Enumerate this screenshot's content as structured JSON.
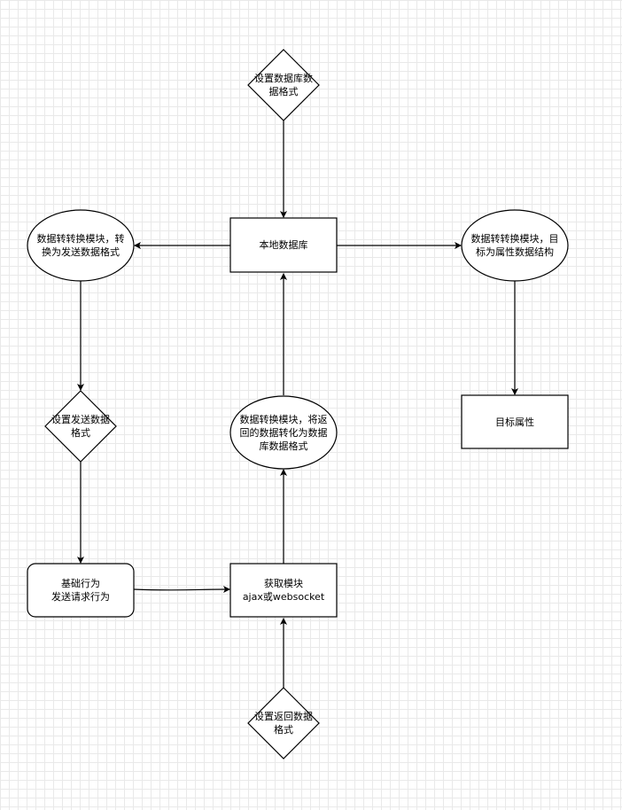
{
  "nodes": {
    "set_db_format": "设置数据库数\n据格式",
    "local_db": "本地数据库",
    "convert_send": "数据转转换模块，转\n换为发送数据格式",
    "convert_target": "数据转转换模块，目\n标为属性数据结构",
    "set_send_format": "设置发送数据\n格式",
    "convert_return": "数据转换模块，将返\n回的数据转化为数据\n库数据格式",
    "target_attr": "目标属性",
    "basic_behavior": "基础行为\n发送请求行为",
    "fetch_module": "获取模块\najax或websocket",
    "set_return_format": "设置返回数据\n格式"
  }
}
